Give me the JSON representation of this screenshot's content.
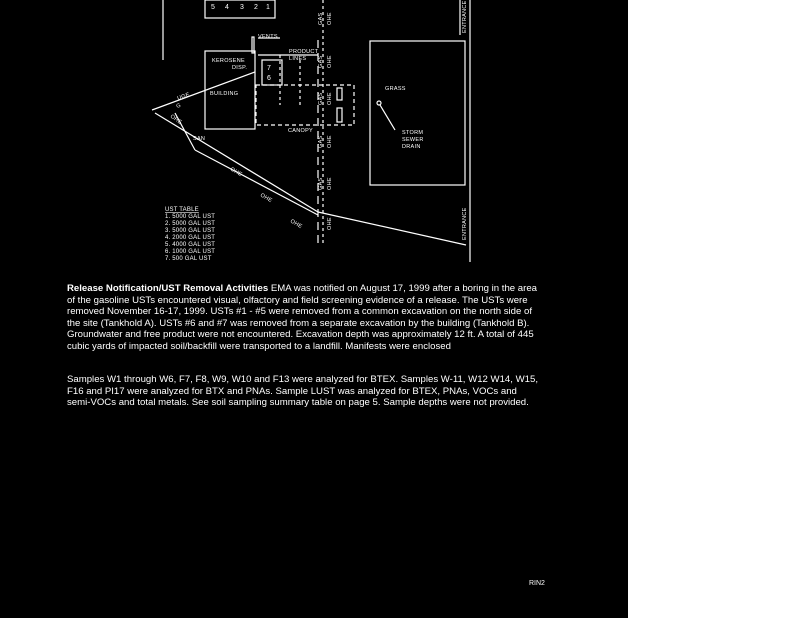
{
  "map": {
    "labels": {
      "vents": "VENTS",
      "product": "PRODUCT",
      "lines": "LINES",
      "kerosene": "KEROSENE",
      "disp": "DISP.",
      "building": "BUILDING",
      "canopy": "CANOPY",
      "grass": "GRASS",
      "storm": "STORM",
      "sewer": "SEWER",
      "drain": "DRAIN",
      "entrance_top": "ENTRANCE",
      "entrance_bottom": "ENTRANCE",
      "gas": "GAS",
      "ohe": "OHE",
      "uge": "UGE",
      "san": "SAN",
      "g": "G"
    },
    "tank_numbers": [
      "5",
      "4",
      "3",
      "2",
      "1"
    ],
    "island_numbers": [
      "7",
      "6"
    ],
    "ust_table": {
      "title": "UST TABLE",
      "rows": [
        "1. 5000 GAL UST",
        "2. 5000 GAL UST",
        "3. 5000 GAL UST",
        "4. 2000 GAL UST",
        "5. 4000 GAL UST",
        "6. 1000 GAL UST",
        "7. 500 GAL UST"
      ]
    }
  },
  "text": {
    "p1_lead": "Release Notification/UST Removal Activities",
    "p1_body": "  EMA was notified on August 17, 1999 after a boring in the area of the gasoline USTs encountered visual, olfactory and field screening evidence of a release. The USTs were removed November 16-17, 1999. USTs #1 - #5 were removed from a common excavation on the north side of the site (Tankhold A). USTs #6 and #7 was removed from a separate excavation by the building (Tankhold B). Groundwater and free product were not encountered. Excavation depth was approximately 12 ft. A total of 445 cubic yards of impacted soil/backfill were transported to a landfill. Manifests were enclosed",
    "p2": "Samples W1 through W6, F7, F8, W9, W10 and F13 were analyzed for BTEX. Samples W-11, W12 W14, W15, F16 and PI17 were analyzed for BTX and PNAs. Sample LUST was analyzed for BTEX, PNAs, VOCs and semi-VOCs and total metals. See soil sampling summary table on page 5. Sample depths were not provided."
  },
  "page_number": "RIN2"
}
